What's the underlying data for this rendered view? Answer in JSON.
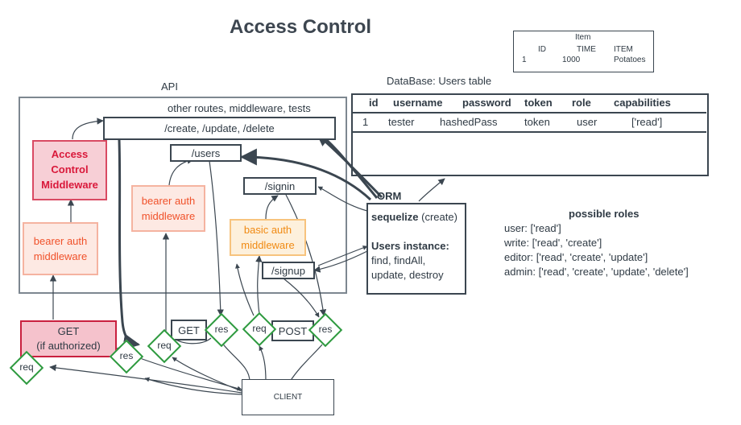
{
  "title": "Access Control",
  "item_box": {
    "title": "Item",
    "headers": [
      "ID",
      "TIME",
      "ITEM"
    ],
    "row": [
      "1",
      "1000",
      "Potatoes"
    ]
  },
  "api": {
    "label": "API",
    "top_text": "other routes,  middleware,  tests",
    "routes": {
      "crud": "/create, /update, /delete",
      "users": "/users",
      "signin": "/signin",
      "signup": "/signup"
    },
    "access_control": "Access Control Middleware",
    "bearer_left": "bearer auth middleware",
    "bearer_mid": "bearer auth middleware",
    "basic_auth": "basic auth middleware"
  },
  "database": {
    "label": "DataBase: Users table",
    "headers": [
      "id",
      "username",
      "password",
      "token",
      "role",
      "capabilities"
    ],
    "row": [
      "1",
      "tester",
      "hashedPass",
      "token",
      "user",
      "['read']"
    ]
  },
  "orm": {
    "label": "ORM",
    "sequelize_bold": "sequelize",
    "sequelize_rest": " (create)",
    "users_instance": "Users instance:",
    "methods_1": "find, findAll,",
    "methods_2": "update, destroy"
  },
  "roles": {
    "title": "possible roles",
    "items": [
      "user:  ['read']",
      "write:  ['read', 'create']",
      "editor:  ['read', 'create', 'update']",
      "admin:  ['read', 'create', 'update', 'delete']"
    ]
  },
  "requests": {
    "get_authorized_1": "GET",
    "get_authorized_2": "(if authorized)",
    "get": "GET",
    "post": "POST",
    "req": "req",
    "res": "res"
  },
  "client": "CLIENT",
  "colors": {
    "line": "#3b4650",
    "red": "#d9183a",
    "salmon": "#f0512a",
    "orange": "#f08a13",
    "green": "#2e9a3f"
  }
}
